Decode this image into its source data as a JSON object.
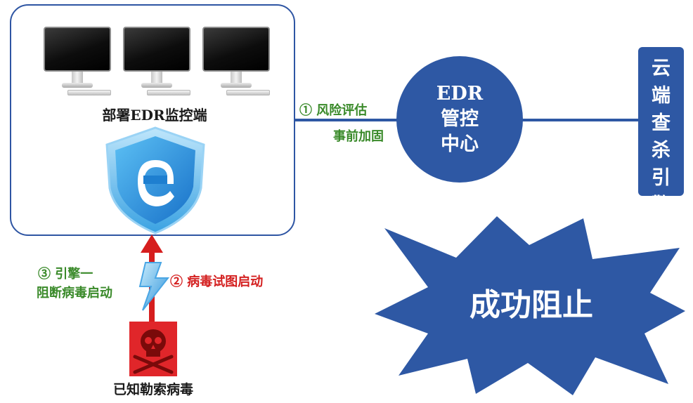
{
  "deploy": {
    "title": "部署EDR监控端",
    "monitors": 3
  },
  "link": {
    "step1_line1": "①  风险评估",
    "step1_line2": "事前加固"
  },
  "edr_center": {
    "line1": "EDR",
    "line2": "管控",
    "line3": "中心"
  },
  "cloud_engine": {
    "chars": [
      "云",
      "端",
      "查",
      "杀",
      "引",
      "擎"
    ]
  },
  "attack": {
    "step2": "②  病毒试图启动",
    "step3_line1": "③  引擎一",
    "step3_line2": "阻断病毒启动",
    "ransomware_label": "已知勒索病毒"
  },
  "result": {
    "text": "成功阻止"
  },
  "colors": {
    "brand_blue": "#2e58a4",
    "green": "#3a8a2a",
    "red": "#d42020",
    "ransom_red": "#e0262a"
  },
  "icons": {
    "shield": "edr-shield-icon",
    "skull": "skull-crossbones-icon",
    "lightning": "lightning-icon"
  }
}
